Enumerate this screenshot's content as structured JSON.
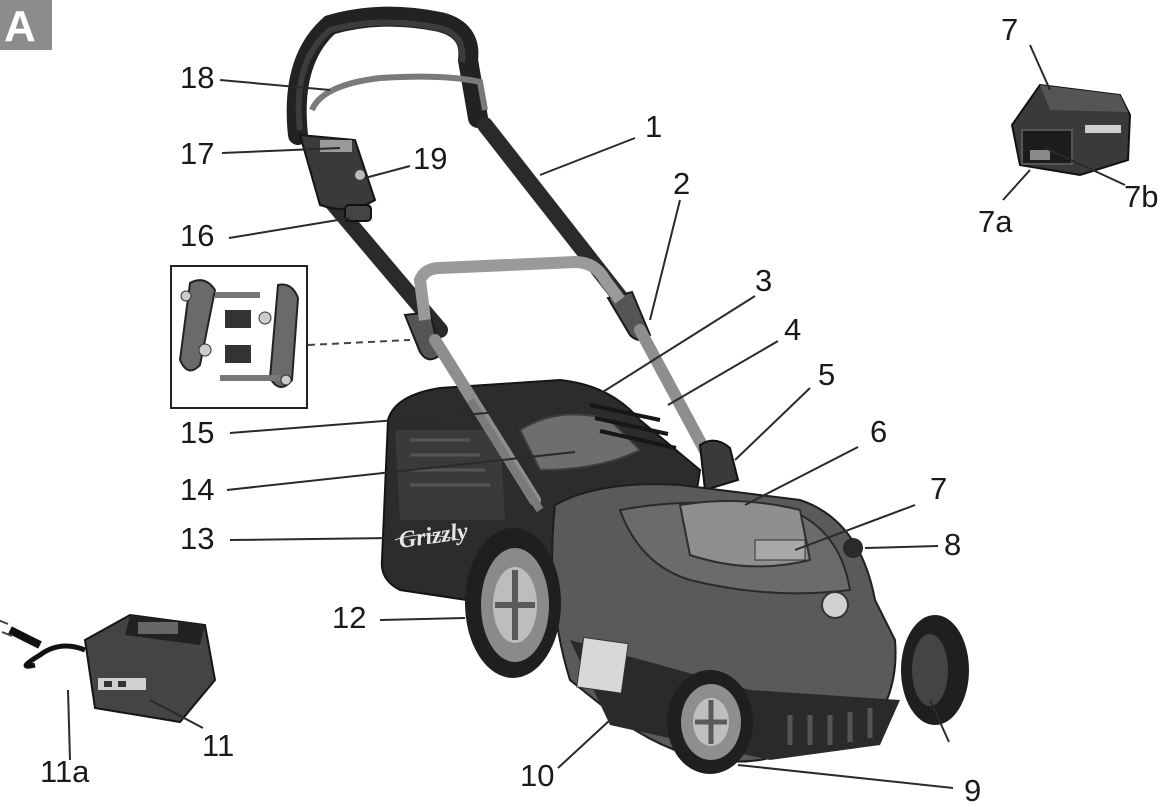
{
  "figure": {
    "badge": "A",
    "callouts": [
      {
        "id": "c1",
        "label": "1"
      },
      {
        "id": "c2",
        "label": "2"
      },
      {
        "id": "c3",
        "label": "3"
      },
      {
        "id": "c4",
        "label": "4"
      },
      {
        "id": "c5",
        "label": "5"
      },
      {
        "id": "c6",
        "label": "6"
      },
      {
        "id": "c7",
        "label": "7"
      },
      {
        "id": "c8",
        "label": "8"
      },
      {
        "id": "c9",
        "label": "9"
      },
      {
        "id": "c10",
        "label": "10"
      },
      {
        "id": "c11",
        "label": "11"
      },
      {
        "id": "c11a",
        "label": "11a"
      },
      {
        "id": "c12",
        "label": "12"
      },
      {
        "id": "c13",
        "label": "13"
      },
      {
        "id": "c14",
        "label": "14"
      },
      {
        "id": "c15",
        "label": "15"
      },
      {
        "id": "c16",
        "label": "16"
      },
      {
        "id": "c17",
        "label": "17"
      },
      {
        "id": "c18",
        "label": "18"
      },
      {
        "id": "c19",
        "label": "19"
      },
      {
        "id": "c7bat",
        "label": "7"
      },
      {
        "id": "c7a",
        "label": "7a"
      },
      {
        "id": "c7b",
        "label": "7b"
      }
    ]
  },
  "product": {
    "brand_logo_text": "Grizzly"
  }
}
